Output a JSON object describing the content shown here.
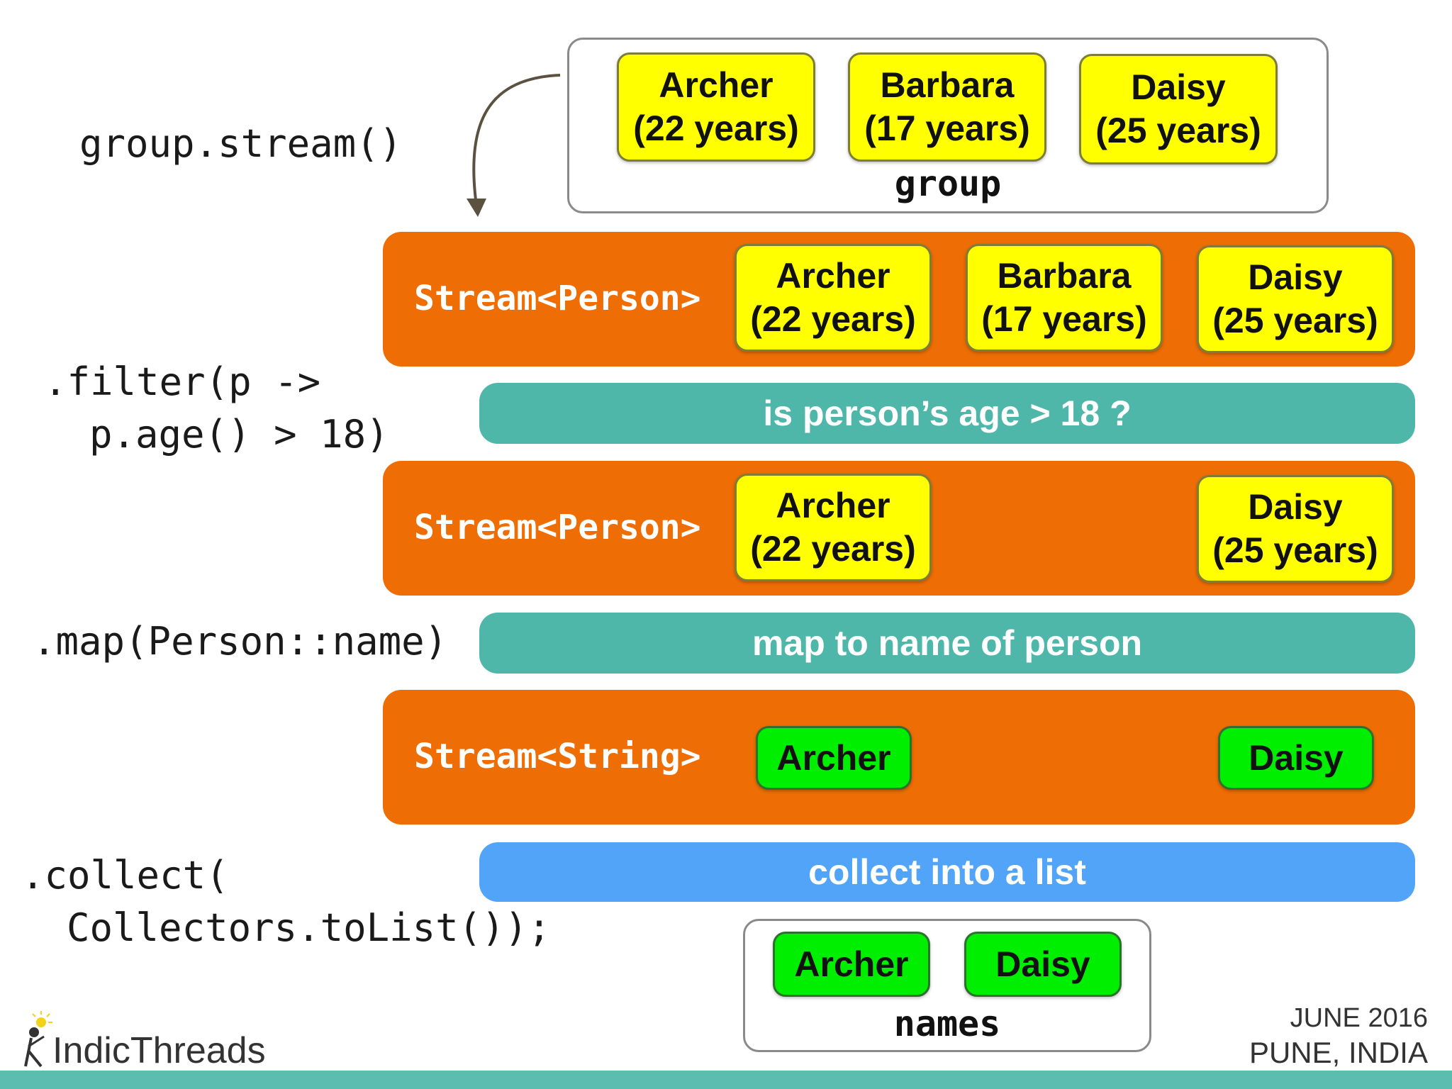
{
  "code": {
    "stream": "group.stream()",
    "filter_line1": ".filter(p ->",
    "filter_line2": "p.age() > 18)",
    "map": ".map(Person::name)",
    "collect_line1": ".collect(",
    "collect_line2": "Collectors.toList());"
  },
  "group": {
    "label": "group",
    "people": [
      {
        "name": "Archer",
        "age": "(22 years)"
      },
      {
        "name": "Barbara",
        "age": "(17 years)"
      },
      {
        "name": "Daisy",
        "age": "(25 years)"
      }
    ]
  },
  "stream1": {
    "type": "Stream<Person>",
    "people": [
      {
        "name": "Archer",
        "age": "(22 years)"
      },
      {
        "name": "Barbara",
        "age": "(17 years)"
      },
      {
        "name": "Daisy",
        "age": "(25 years)"
      }
    ]
  },
  "filter_op": "is person’s age > 18 ?",
  "stream2": {
    "type": "Stream<Person>",
    "people": [
      {
        "name": "Archer",
        "age": "(22 years)"
      },
      {
        "name": "Daisy",
        "age": "(25 years)"
      }
    ]
  },
  "map_op": "map to name of person",
  "stream3": {
    "type": "Stream<String>",
    "names": [
      "Archer",
      "Daisy"
    ]
  },
  "collect_op": "collect into a list",
  "result": {
    "label": "names",
    "names": [
      "Archer",
      "Daisy"
    ]
  },
  "branding": {
    "logo": "IndicThreads",
    "event_date": "JUNE 2016",
    "event_place": "PUNE, INDIA"
  },
  "colors": {
    "stream": "#ee6d04",
    "person_card": "#ffff00",
    "name_card": "#00ee00",
    "operation": "#4fb7aa",
    "collect": "#52a4f8"
  }
}
